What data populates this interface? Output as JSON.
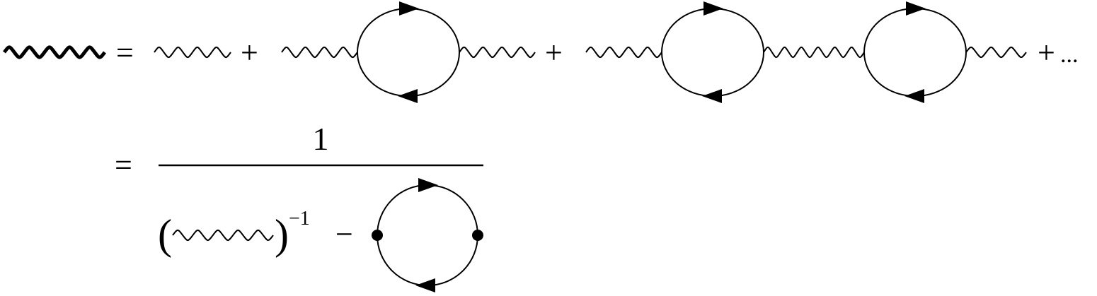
{
  "equation": {
    "row1": {
      "equals": "=",
      "plus1": "+",
      "plus2": "+",
      "plus_end": "+",
      "ellipsis": "..."
    },
    "row2": {
      "equals": "=",
      "numerator": "1",
      "open_paren": "(",
      "close_paren": ")",
      "exponent": "−1",
      "minus": "−"
    }
  },
  "components": {
    "dressed_propagator_icon": "thick-wavy-line",
    "bare_propagator_icon": "thin-wavy-line",
    "fermion_loop_icon": "closed-loop-with-arrows",
    "vertex_icon": "filled-dot"
  },
  "colors": {
    "ink": "#000000",
    "background": "#ffffff"
  }
}
